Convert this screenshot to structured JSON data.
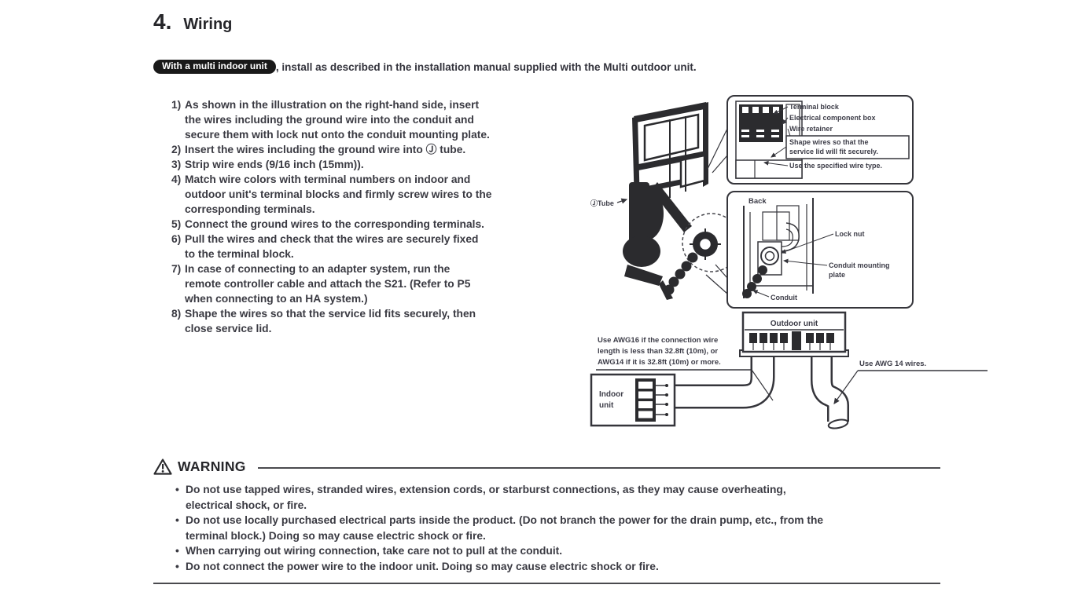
{
  "page": {
    "section_number": "4.",
    "section_title": "Wiring",
    "intro": {
      "badge": "With a multi indoor unit",
      "text": ", install as described in the installation manual supplied with the Multi outdoor unit."
    }
  },
  "steps": [
    {
      "num": "1)",
      "lines": [
        "As shown in the illustration on the right-hand side, insert",
        "the wires including the ground wire into the conduit and",
        "secure them with lock nut onto the conduit mounting plate."
      ]
    },
    {
      "num": "2)",
      "lines": [
        "Insert the wires including the ground wire into Ⓙ tube."
      ]
    },
    {
      "num": "3)",
      "lines": [
        "Strip wire ends (9/16 inch (15mm))."
      ]
    },
    {
      "num": "4)",
      "lines": [
        "Match wire colors with terminal numbers on indoor and",
        "outdoor unit's terminal blocks and firmly screw wires to the",
        "corresponding terminals."
      ]
    },
    {
      "num": "5)",
      "lines": [
        "Connect the ground wires to the corresponding terminals."
      ]
    },
    {
      "num": "6)",
      "lines": [
        "Pull the wires and check that the wires are securely fixed",
        "to the terminal block."
      ]
    },
    {
      "num": "7)",
      "lines": [
        "In case of connecting to an adapter system, run the",
        "remote controller cable and attach the S21. (Refer to P5",
        "when connecting to an HA system.)"
      ]
    },
    {
      "num": "8)",
      "lines": [
        "Shape the wires so that the service lid fits securely, then",
        "close service lid."
      ]
    }
  ],
  "diagram": {
    "tube_label": "ⒿTube",
    "top_box": {
      "terminal_block": "Terminal block",
      "component_box": "Electrical component box",
      "wire_retainer": "Wire retainer",
      "note_line1": "Shape wires so that the",
      "note_line2": "service lid will fit securely.",
      "wire_type": "Use the specified wire type."
    },
    "back_box": {
      "back": "Back",
      "lock_nut": "Lock nut",
      "mounting_line1": "Conduit mounting",
      "mounting_line2": "plate",
      "conduit": "Conduit"
    },
    "bottom": {
      "outdoor_unit": "Outdoor unit",
      "indoor_line1": "Indoor",
      "indoor_line2": "unit",
      "awg_line1": "Use AWG16 if the connection wire",
      "awg_line2": "length is less than 32.8ft (10m), or",
      "awg_line3": "AWG14 if it is 32.8ft (10m) or more.",
      "awg14": "Use AWG 14 wires."
    }
  },
  "warning": {
    "title": "WARNING",
    "bullet": "•",
    "items": [
      [
        "Do not use tapped wires, stranded wires, extension cords, or starburst connections, as they may cause overheating,",
        "electrical shock, or fire."
      ],
      [
        "Do not use locally purchased electrical parts inside the product. (Do not branch the power for the drain pump, etc., from the",
        "terminal block.) Doing so may cause electric shock or fire."
      ],
      [
        "When carrying out wiring connection, take care not to pull at the conduit."
      ],
      [
        "Do not connect the power wire to the indoor unit. Doing so may cause electric shock or fire."
      ]
    ]
  }
}
